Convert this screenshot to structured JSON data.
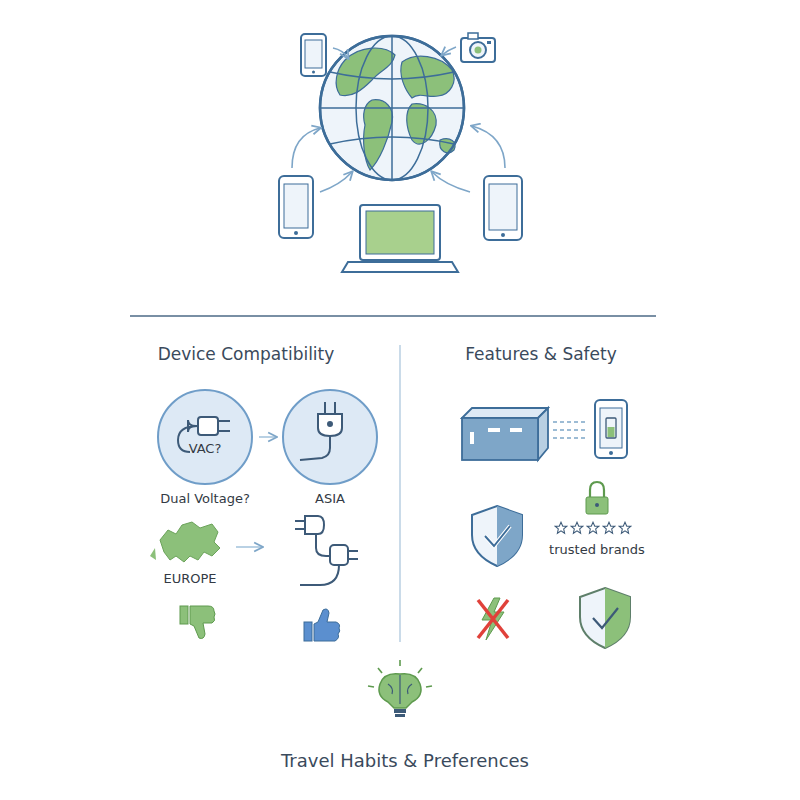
{
  "diagram": {
    "nodes": [
      {
        "text": [
          "VAC?",
          "Dual Voltage?"
        ]
      },
      {
        "text": [
          "ASIA"
        ]
      }
    ],
    "edges": [
      {
        "from": 0,
        "to": 1,
        "arrow": "to"
      }
    ],
    "labels": [
      "Device Compatibility",
      "Features & Safety",
      "EUROPE",
      "trusted brands",
      "Travel Habits & Preferences"
    ]
  }
}
